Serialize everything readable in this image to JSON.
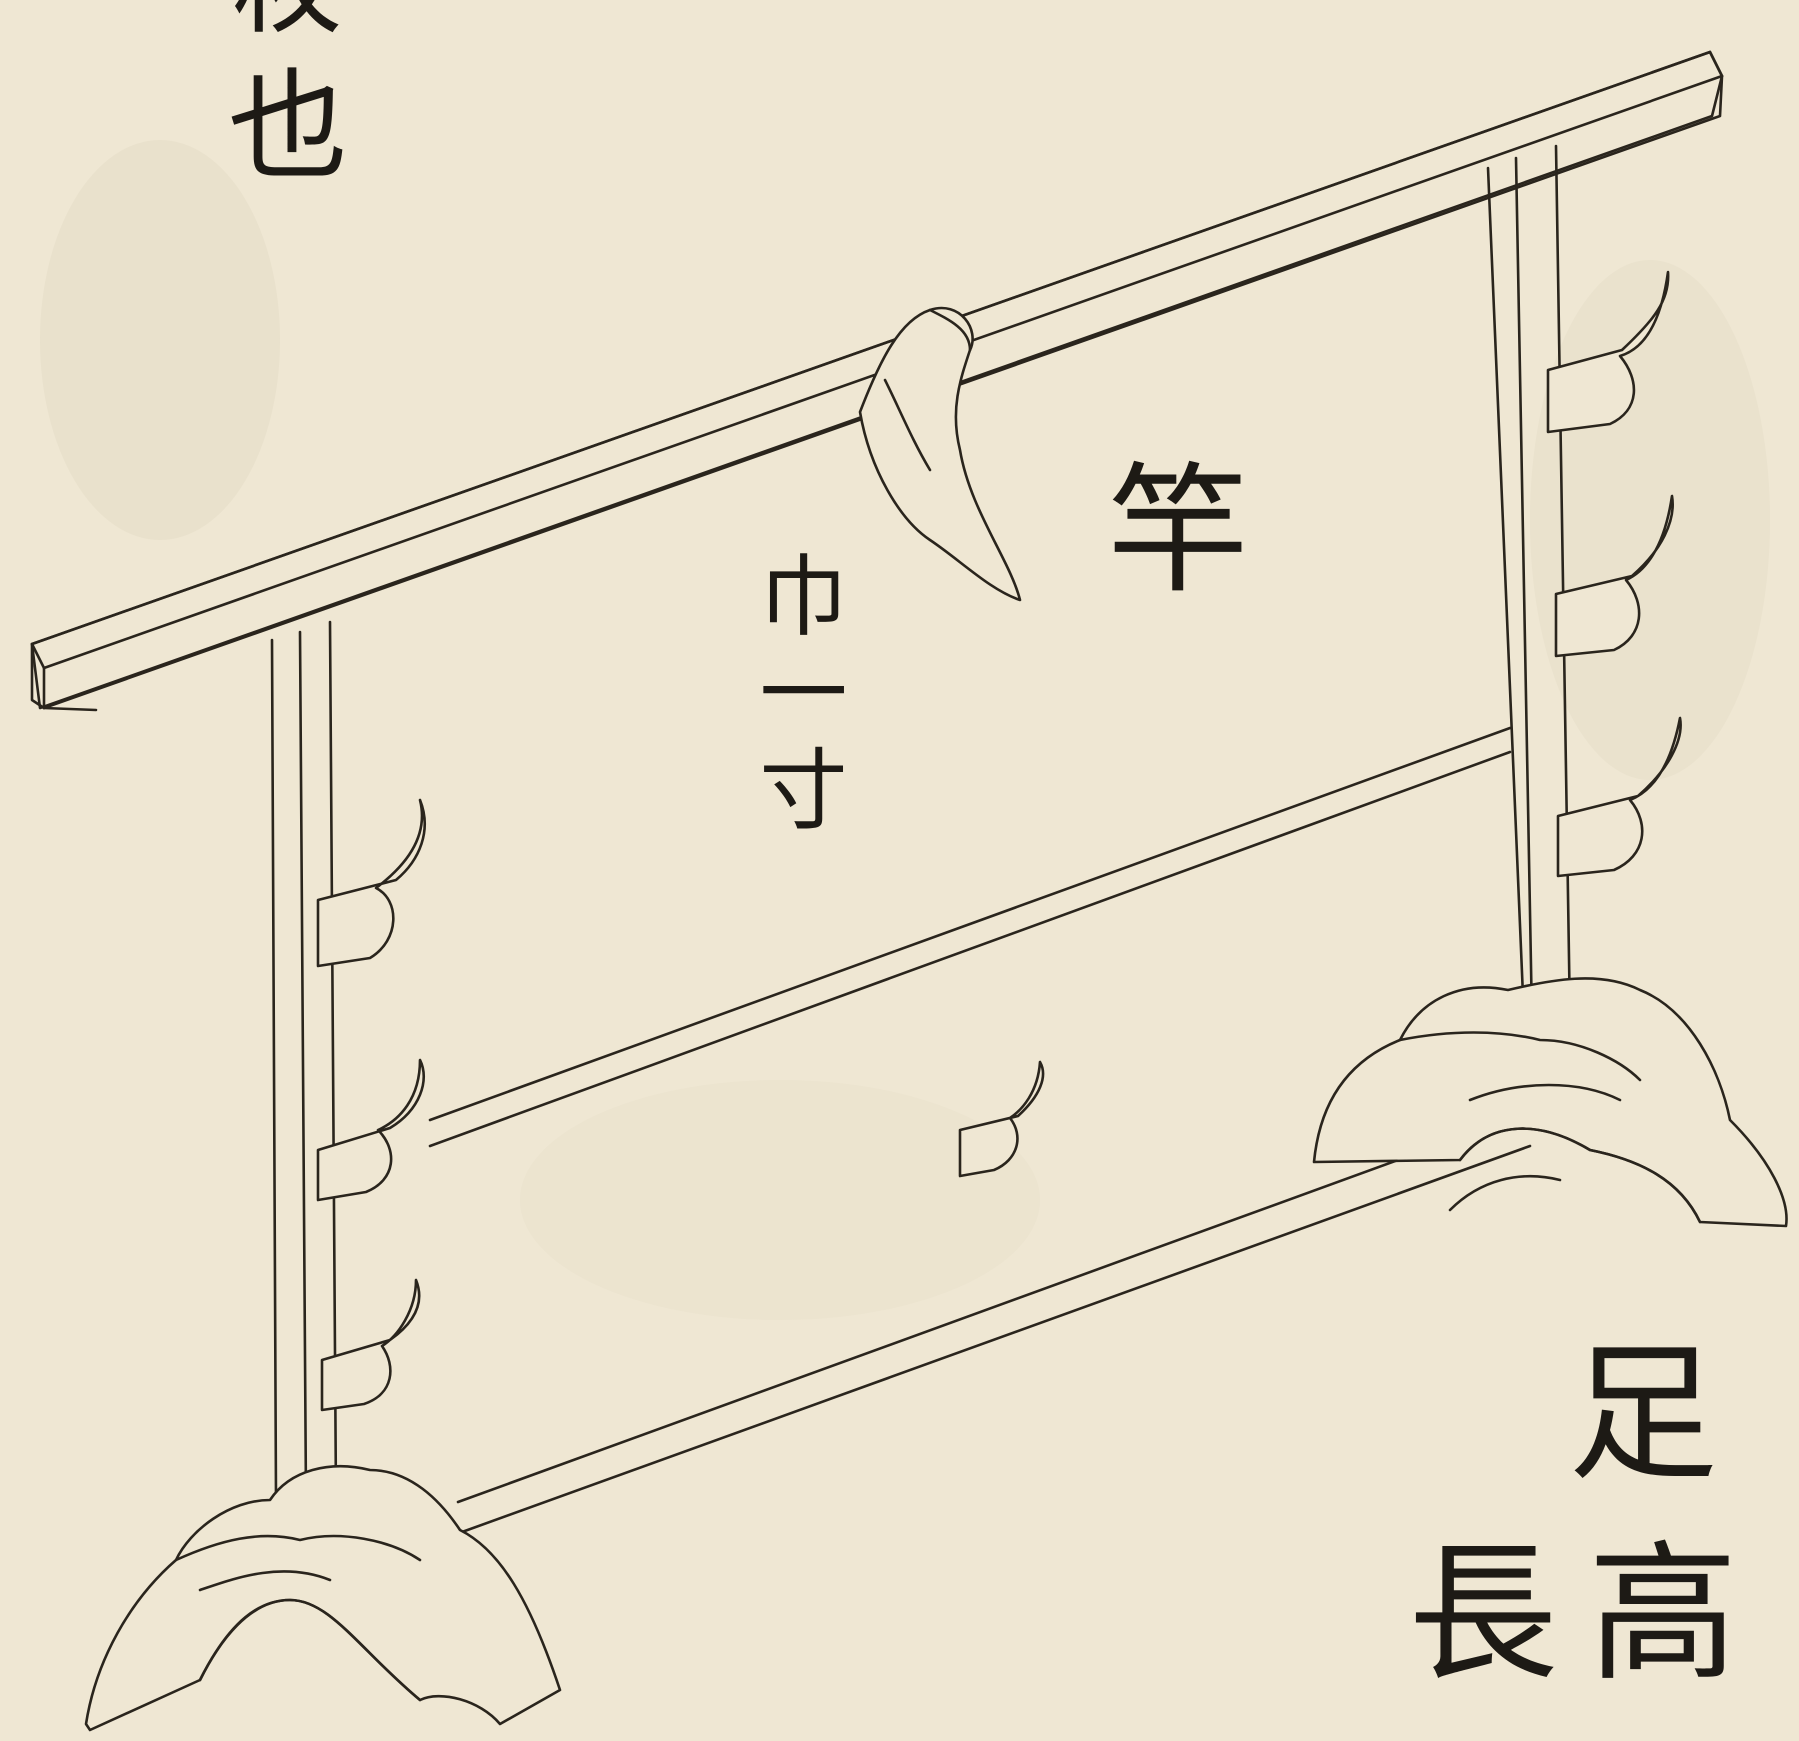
{
  "text": {
    "top_left_fragment": "枚",
    "top_left_char": "也",
    "label_center": "竿",
    "label_left": "巾一寸",
    "label_right_top": "足",
    "label_right_bottom_1": "長",
    "label_right_bottom_2": "高"
  },
  "colors": {
    "paper": "#efe7d3",
    "ink": "#2a251d"
  }
}
